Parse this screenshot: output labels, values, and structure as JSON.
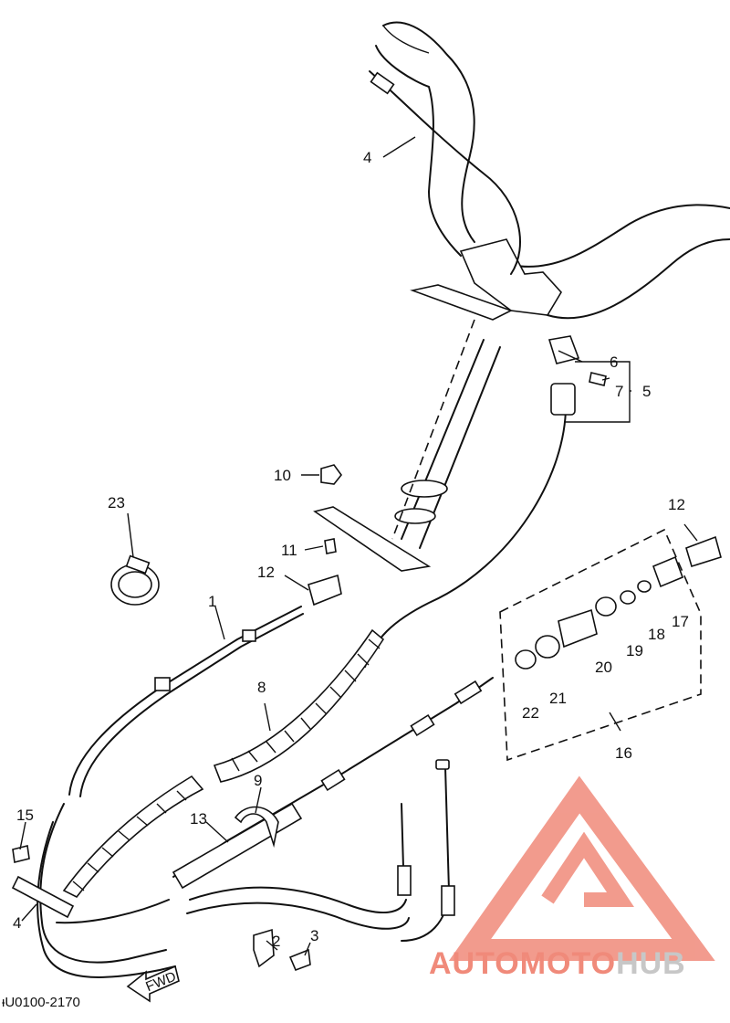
{
  "callouts": {
    "c1": "1",
    "c2": "2",
    "c3": "3",
    "c4a": "4",
    "c4b": "4",
    "c5": "5",
    "c6": "6",
    "c7": "7",
    "c8": "8",
    "c9": "9",
    "c10": "10",
    "c11": "11",
    "c12a": "12",
    "c12b": "12",
    "c13": "13",
    "c15": "15",
    "c16": "16",
    "c17": "17",
    "c18": "18",
    "c19": "19",
    "c20": "20",
    "c21": "21",
    "c22": "22",
    "c23": "23"
  },
  "fwd_label": "FWD",
  "drawing_code": "ᵻU0100-2170",
  "watermark": {
    "part1": "AUTOMOTO",
    "part2": "HUB",
    "color_primary": "#f08a7a",
    "color_secondary": "#c7c7c7"
  }
}
